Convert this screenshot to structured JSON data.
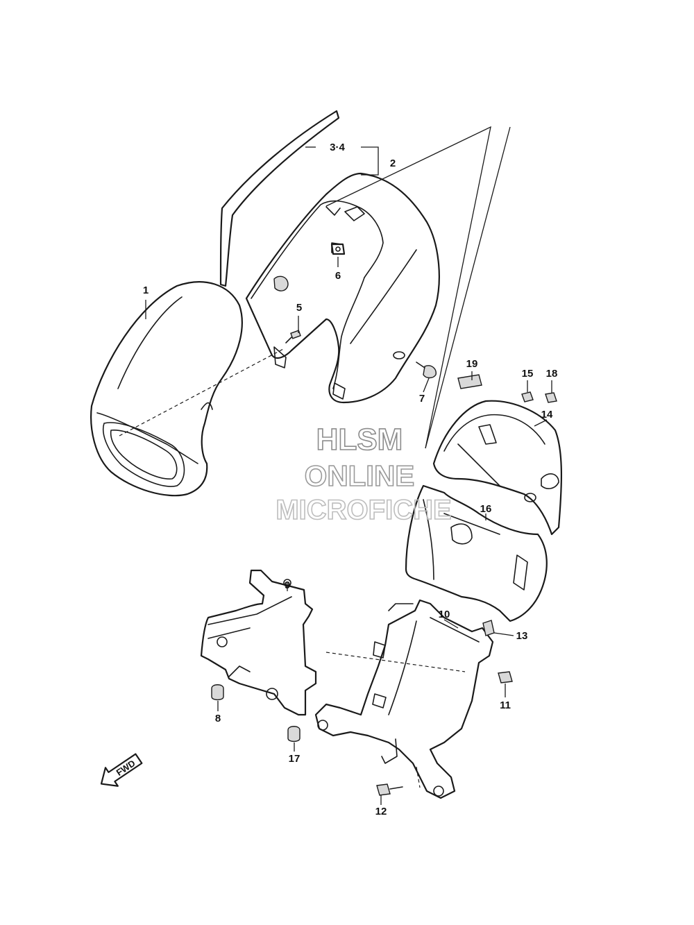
{
  "callouts": {
    "c1": "1",
    "c2": "2",
    "c34": "3·4",
    "c5": "5",
    "c6": "6",
    "c7": "7",
    "c8": "8",
    "c9": "9",
    "c10": "10",
    "c11": "11",
    "c12": "12",
    "c13": "13",
    "c14": "14",
    "c15": "15",
    "c16": "16",
    "c17": "17",
    "c18": "18",
    "c19": "19"
  },
  "watermark": {
    "line1": "HLSM",
    "line2": "ONLINE",
    "line3": "MICROFICHE"
  },
  "fwd_label": "FWD",
  "colors": {
    "ink": "#1a1a1a",
    "watermark": "#9a9a9a",
    "background": "#ffffff"
  }
}
